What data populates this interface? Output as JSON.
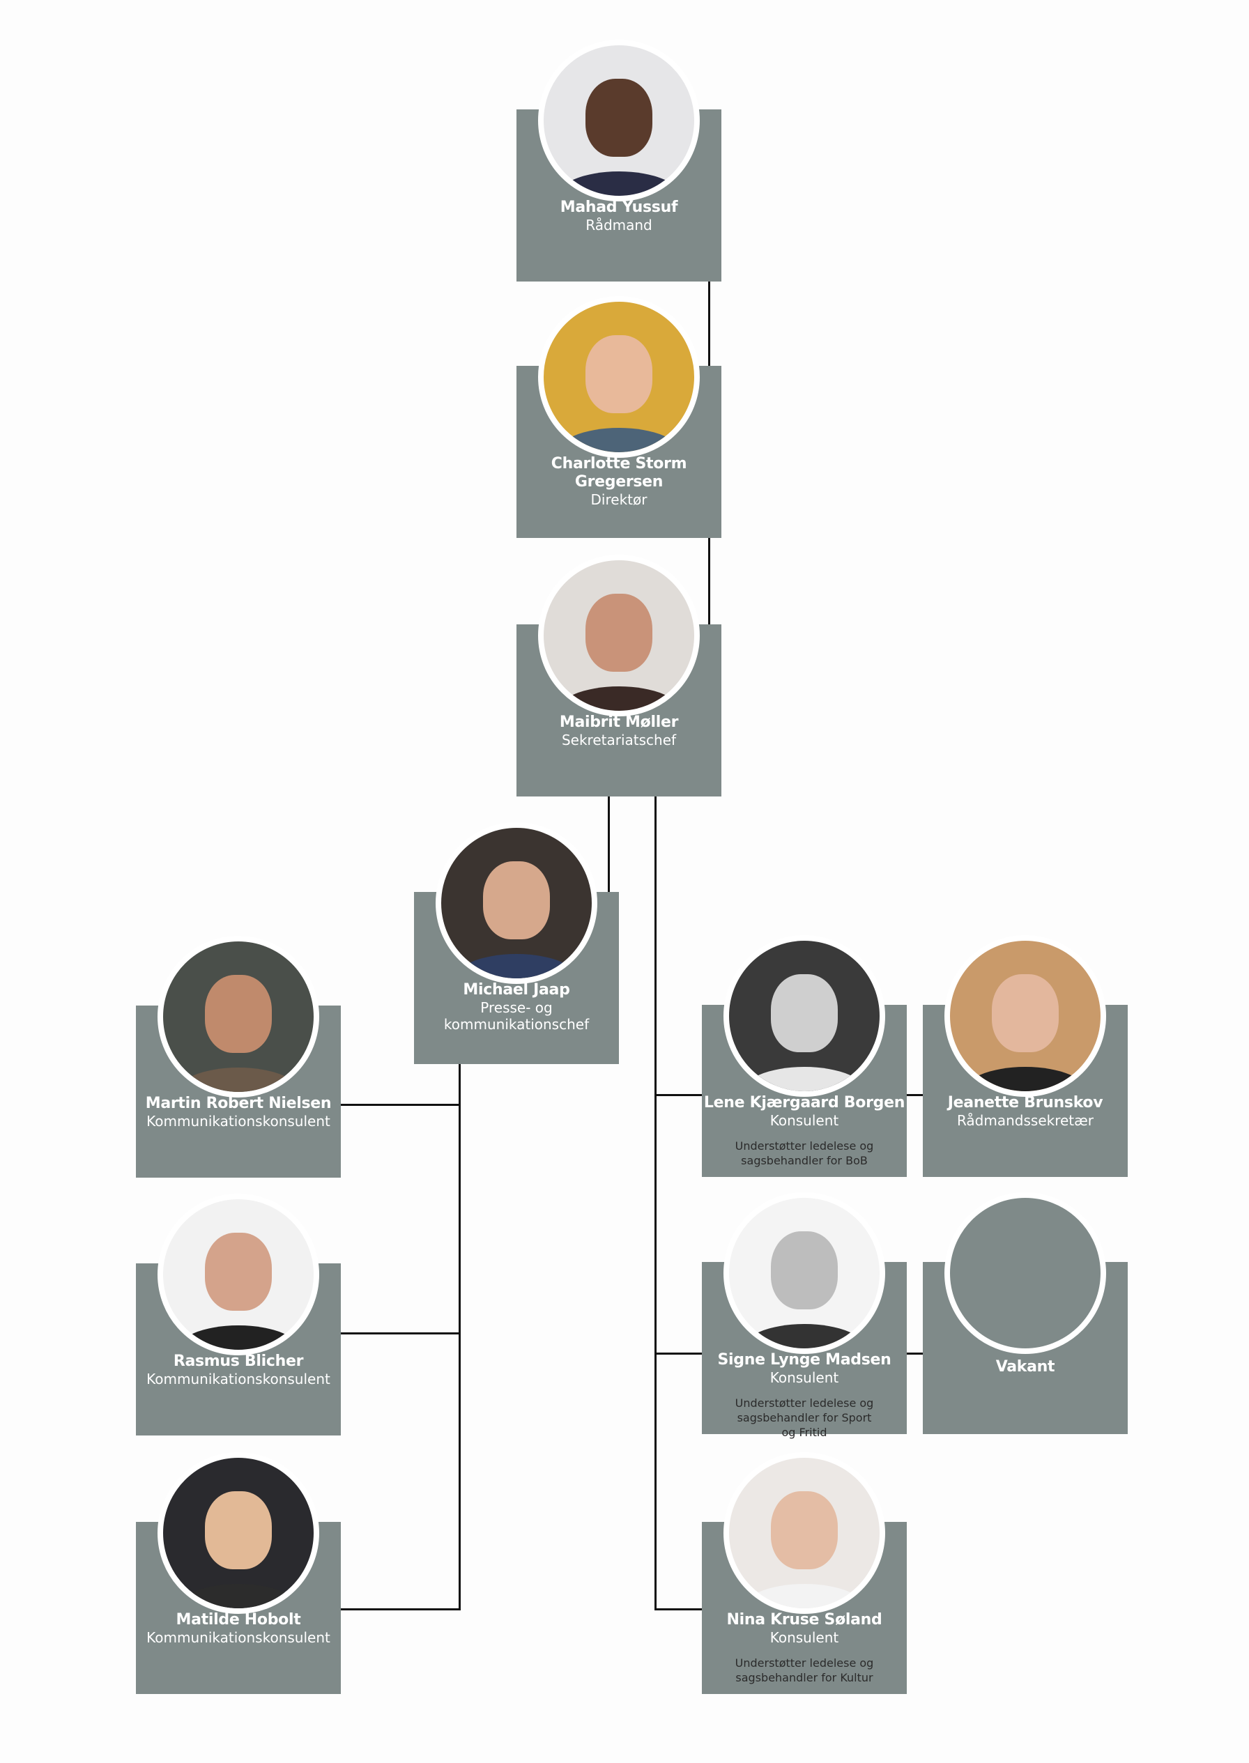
{
  "org_chart": {
    "people": [
      {
        "name": "Mahad Yussuf",
        "role": "Rådmand"
      },
      {
        "name": "Charlotte Storm Gregersen",
        "role": "Direktør"
      },
      {
        "name": "Maibrit Møller",
        "role": "Sekretariatschef"
      },
      {
        "name": "Michael Jaap",
        "role": "Presse- og kommunikationschef"
      },
      {
        "name": "Martin Robert Nielsen",
        "role": "Kommunikationskonsulent"
      },
      {
        "name": "Rasmus Blicher",
        "role": "Kommunikationskonsulent"
      },
      {
        "name": "Matilde Hobolt",
        "role": "Kommunikationskonsulent"
      },
      {
        "name": "Lene Kjærgaard Borgen",
        "role": "Konsulent",
        "description": "Understøtter ledelese og sagsbehandler for BoB"
      },
      {
        "name": "Jeanette Brunskov",
        "role": "Rådmandssekretær"
      },
      {
        "name": "Signe Lynge Madsen",
        "role": "Konsulent",
        "description": "Understøtter ledelese og sagsbehandler for Sport og Fritid"
      },
      {
        "name": "Vakant"
      },
      {
        "name": "Nina Kruse Søland",
        "role": "Konsulent",
        "description": "Understøtter ledelese og sagsbehandler for Kultur"
      }
    ]
  },
  "colors": {
    "card": "#7f8a89",
    "line": "#111111",
    "background": "#fdfdfd"
  }
}
